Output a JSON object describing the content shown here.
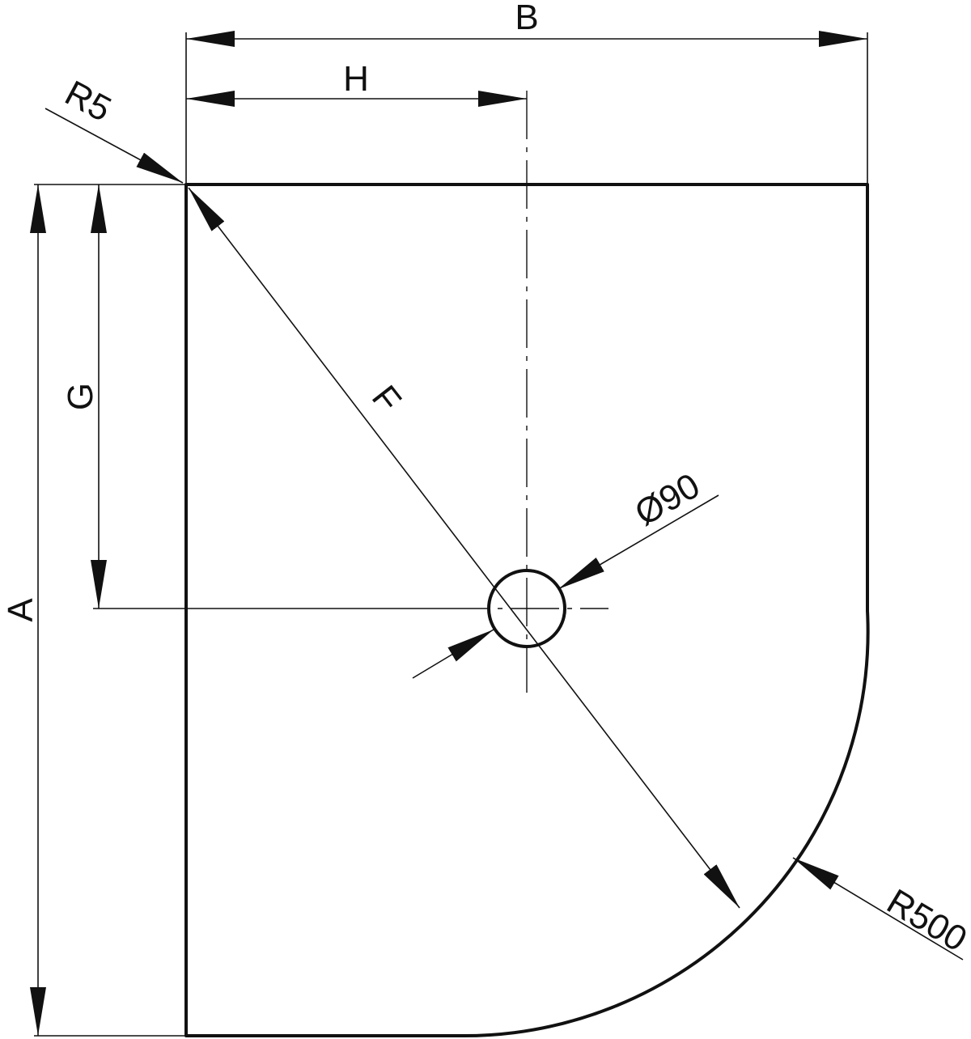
{
  "labels": {
    "b": "B",
    "h": "H",
    "r5": "R5",
    "g": "G",
    "a": "A",
    "f": "F",
    "diameter": "Ø90",
    "r500": "R500"
  },
  "colors": {
    "line": "#111111",
    "background": "#ffffff"
  }
}
